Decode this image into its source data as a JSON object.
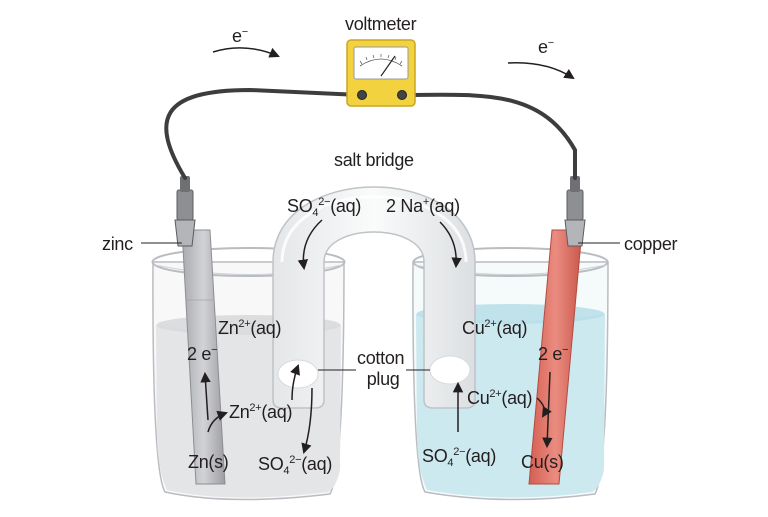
{
  "voltmeter": {
    "label": "voltmeter"
  },
  "electron_flow": {
    "left": {
      "base": "e",
      "charge": "−"
    },
    "right": {
      "base": "e",
      "charge": "−"
    }
  },
  "salt_bridge": {
    "label": "salt bridge"
  },
  "electrodes": {
    "zinc": {
      "label": "zinc"
    },
    "copper": {
      "label": "copper"
    }
  },
  "cotton_plug": {
    "line1": "cotton",
    "line2": "plug"
  },
  "species": {
    "bridge_sulfate": {
      "pre": "",
      "base": "SO",
      "sub": "4",
      "sup": "2−",
      "state": "(aq)"
    },
    "bridge_sodium": {
      "pre": "2 ",
      "base": "Na",
      "sub": "",
      "sup": "+",
      "state": "(aq)"
    },
    "zn_ion_top": {
      "pre": "",
      "base": "Zn",
      "sub": "",
      "sup": "2+",
      "state": "(aq)"
    },
    "zn_electrons": {
      "pre": "2 ",
      "base": "e",
      "sub": "",
      "sup": "−",
      "state": ""
    },
    "zn_ion_mid": {
      "pre": "",
      "base": "Zn",
      "sub": "",
      "sup": "2+",
      "state": "(aq)"
    },
    "zn_solid": {
      "pre": "",
      "base": "Zn",
      "sub": "",
      "sup": "",
      "state": "(s)"
    },
    "left_sulfate": {
      "pre": "",
      "base": "SO",
      "sub": "4",
      "sup": "2−",
      "state": "(aq)"
    },
    "cu_ion_top": {
      "pre": "",
      "base": "Cu",
      "sub": "",
      "sup": "2+",
      "state": "(aq)"
    },
    "cu_electrons": {
      "pre": "2 ",
      "base": "e",
      "sub": "",
      "sup": "−",
      "state": ""
    },
    "cu_ion_mid": {
      "pre": "",
      "base": "Cu",
      "sub": "",
      "sup": "2+",
      "state": "(aq)"
    },
    "right_sulfate": {
      "pre": "",
      "base": "SO",
      "sub": "4",
      "sup": "2−",
      "state": "(aq)"
    },
    "cu_solid": {
      "pre": "",
      "base": "Cu",
      "sub": "",
      "sup": "",
      "state": "(s)"
    }
  },
  "colors": {
    "zinc": "#c7c8cc",
    "copper": "#e0766a",
    "copper_solution": "#cde9f0",
    "zinc_solution": "#e4e5e7",
    "voltmeter_body": "#f2d23f",
    "wire": "#3d3d3d"
  }
}
